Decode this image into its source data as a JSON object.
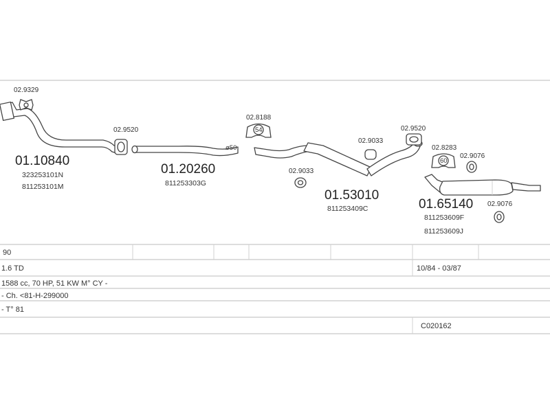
{
  "parts": {
    "p1": {
      "number": "01.10840",
      "refs": [
        "323253101N",
        "811253101M"
      ]
    },
    "p2": {
      "number": "01.20260",
      "refs": [
        "811253303G"
      ]
    },
    "p3": {
      "number": "01.53010",
      "refs": [
        "811253409C"
      ]
    },
    "p4": {
      "number": "01.65140",
      "refs": [
        "811253609F",
        "811253609J"
      ]
    }
  },
  "fittings": {
    "f9329": "02.9329",
    "f9520a": "02.9520",
    "f8188": "02.8188",
    "f9033a": "02.9033",
    "f9033b": "02.9033",
    "f9520b": "02.9520",
    "f8283": "02.8283",
    "f9076a": "02.9076",
    "f9076b": "02.9076"
  },
  "markers": {
    "diameter": "ø50",
    "clamp_size_a": "54",
    "clamp_size_b": "60"
  },
  "table": {
    "model": "90",
    "engine": "1.6 TD",
    "date_range": "10/84 - 03/87",
    "spec": "1588 cc, 70 HP, 51 KW  M° CY -",
    "chassis": "- Ch. <81-H-299000",
    "type": "- T° 81",
    "code": "C020162"
  }
}
